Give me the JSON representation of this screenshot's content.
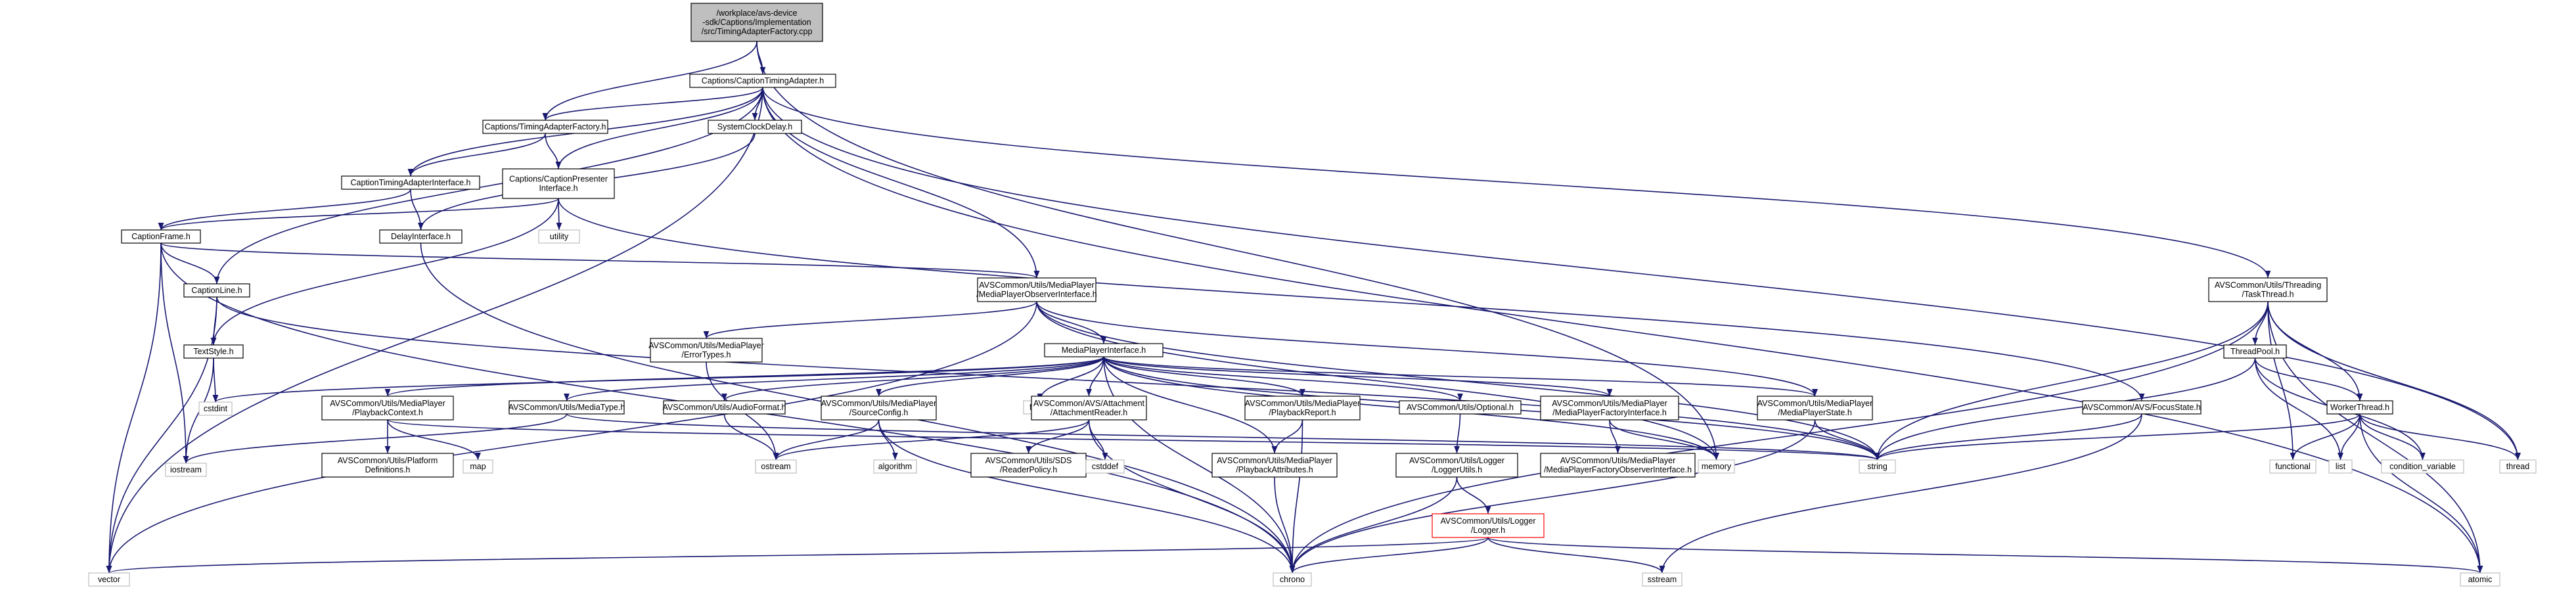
{
  "nodes": [
    {
      "id": "root",
      "lines": [
        "/workplace/avs-device",
        "-sdk/Captions/Implementation",
        "/src/TimingAdapterFactory.cpp"
      ],
      "style": "root"
    },
    {
      "id": "cta",
      "lines": [
        "Captions/CaptionTimingAdapter.h"
      ],
      "style": "plain"
    },
    {
      "id": "taf",
      "lines": [
        "Captions/TimingAdapterFactory.h"
      ],
      "style": "plain"
    },
    {
      "id": "scd",
      "lines": [
        "SystemClockDelay.h"
      ],
      "style": "plain"
    },
    {
      "id": "ctai",
      "lines": [
        "CaptionTimingAdapterInterface.h"
      ],
      "style": "plain"
    },
    {
      "id": "cpi",
      "lines": [
        "Captions/CaptionPresenter",
        "Interface.h"
      ],
      "style": "plain"
    },
    {
      "id": "di",
      "lines": [
        "DelayInterface.h"
      ],
      "style": "plain"
    },
    {
      "id": "util",
      "lines": [
        "utility"
      ],
      "style": "ext"
    },
    {
      "id": "cf",
      "lines": [
        "CaptionFrame.h"
      ],
      "style": "plain"
    },
    {
      "id": "cl",
      "lines": [
        "CaptionLine.h"
      ],
      "style": "plain"
    },
    {
      "id": "ts",
      "lines": [
        "TextStyle.h"
      ],
      "style": "plain"
    },
    {
      "id": "cstdint",
      "lines": [
        "cstdint"
      ],
      "style": "ext"
    },
    {
      "id": "iostream",
      "lines": [
        "iostream"
      ],
      "style": "ext"
    },
    {
      "id": "vector",
      "lines": [
        "vector"
      ],
      "style": "ext"
    },
    {
      "id": "mpoi",
      "lines": [
        "AVSCommon/Utils/MediaPlayer",
        "/MediaPlayerObserverInterface.h"
      ],
      "style": "plain"
    },
    {
      "id": "et",
      "lines": [
        "AVSCommon/Utils/MediaPlayer",
        "/ErrorTypes.h"
      ],
      "style": "plain"
    },
    {
      "id": "mpi",
      "lines": [
        "MediaPlayerInterface.h"
      ],
      "style": "plain"
    },
    {
      "id": "pc",
      "lines": [
        "AVSCommon/Utils/MediaPlayer",
        "/PlaybackContext.h"
      ],
      "style": "plain"
    },
    {
      "id": "pd",
      "lines": [
        "AVSCommon/Utils/Platform",
        "Definitions.h"
      ],
      "style": "plain"
    },
    {
      "id": "map",
      "lines": [
        "map"
      ],
      "style": "ext"
    },
    {
      "id": "mt",
      "lines": [
        "AVSCommon/Utils/MediaType.h"
      ],
      "style": "plain"
    },
    {
      "id": "af",
      "lines": [
        "AVSCommon/Utils/AudioFormat.h"
      ],
      "style": "plain"
    },
    {
      "id": "ostream",
      "lines": [
        "ostream"
      ],
      "style": "ext"
    },
    {
      "id": "sc",
      "lines": [
        "AVSCommon/Utils/MediaPlayer",
        "/SourceConfig.h"
      ],
      "style": "plain"
    },
    {
      "id": "algorithm",
      "lines": [
        "algorithm"
      ],
      "style": "ext"
    },
    {
      "id": "future",
      "lines": [
        "future"
      ],
      "style": "ext"
    },
    {
      "id": "ar",
      "lines": [
        "AVSCommon/AVS/Attachment",
        "/AttachmentReader.h"
      ],
      "style": "plain"
    },
    {
      "id": "sds",
      "lines": [
        "AVSCommon/Utils/SDS",
        "/ReaderPolicy.h"
      ],
      "style": "plain"
    },
    {
      "id": "cstddef",
      "lines": [
        "cstddef"
      ],
      "style": "ext"
    },
    {
      "id": "pr",
      "lines": [
        "AVSCommon/Utils/MediaPlayer",
        "/PlaybackReport.h"
      ],
      "style": "plain"
    },
    {
      "id": "pa",
      "lines": [
        "AVSCommon/Utils/MediaPlayer",
        "/PlaybackAttributes.h"
      ],
      "style": "plain"
    },
    {
      "id": "opt",
      "lines": [
        "AVSCommon/Utils/Optional.h"
      ],
      "style": "plain"
    },
    {
      "id": "lu",
      "lines": [
        "AVSCommon/Utils/Logger",
        "/LoggerUtils.h"
      ],
      "style": "plain"
    },
    {
      "id": "logger",
      "lines": [
        "AVSCommon/Utils/Logger",
        "/Logger.h"
      ],
      "style": "red"
    },
    {
      "id": "mpfi",
      "lines": [
        "AVSCommon/Utils/MediaPlayer",
        "/MediaPlayerFactoryInterface.h"
      ],
      "style": "plain"
    },
    {
      "id": "mpfoi",
      "lines": [
        "AVSCommon/Utils/MediaPlayer",
        "/MediaPlayerFactoryObserverInterface.h"
      ],
      "style": "plain"
    },
    {
      "id": "mps",
      "lines": [
        "AVSCommon/Utils/MediaPlayer",
        "/MediaPlayerState.h"
      ],
      "style": "plain"
    },
    {
      "id": "memory",
      "lines": [
        "memory"
      ],
      "style": "ext"
    },
    {
      "id": "string",
      "lines": [
        "string"
      ],
      "style": "ext"
    },
    {
      "id": "fs",
      "lines": [
        "AVSCommon/AVS/FocusState.h"
      ],
      "style": "plain"
    },
    {
      "id": "chrono",
      "lines": [
        "chrono"
      ],
      "style": "ext"
    },
    {
      "id": "sstream",
      "lines": [
        "sstream"
      ],
      "style": "ext"
    },
    {
      "id": "tt",
      "lines": [
        "AVSCommon/Utils/Threading",
        "/TaskThread.h"
      ],
      "style": "plain"
    },
    {
      "id": "tp",
      "lines": [
        "ThreadPool.h"
      ],
      "style": "plain"
    },
    {
      "id": "wt",
      "lines": [
        "WorkerThread.h"
      ],
      "style": "plain"
    },
    {
      "id": "functional",
      "lines": [
        "functional"
      ],
      "style": "ext"
    },
    {
      "id": "list",
      "lines": [
        "list"
      ],
      "style": "ext"
    },
    {
      "id": "cv",
      "lines": [
        "condition_variable"
      ],
      "style": "ext"
    },
    {
      "id": "thread",
      "lines": [
        "thread"
      ],
      "style": "ext"
    },
    {
      "id": "atomic",
      "lines": [
        "atomic"
      ],
      "style": "ext"
    }
  ],
  "edges": [
    [
      "root",
      "cta"
    ],
    [
      "root",
      "taf"
    ],
    [
      "root",
      "memory"
    ],
    [
      "cta",
      "taf"
    ],
    [
      "cta",
      "scd"
    ],
    [
      "cta",
      "ctai"
    ],
    [
      "cta",
      "cpi"
    ],
    [
      "cta",
      "mpoi"
    ],
    [
      "cta",
      "tt"
    ],
    [
      "cta",
      "vector"
    ],
    [
      "cta",
      "thread"
    ],
    [
      "cta",
      "atomic"
    ],
    [
      "cta",
      "cl"
    ],
    [
      "taf",
      "ctai"
    ],
    [
      "taf",
      "cpi"
    ],
    [
      "scd",
      "di"
    ],
    [
      "ctai",
      "cf"
    ],
    [
      "ctai",
      "di"
    ],
    [
      "cpi",
      "cf"
    ],
    [
      "cpi",
      "ts"
    ],
    [
      "cpi",
      "util"
    ],
    [
      "cpi",
      "fs"
    ],
    [
      "di",
      "chrono"
    ],
    [
      "cf",
      "cl"
    ],
    [
      "cf",
      "mpoi"
    ],
    [
      "cf",
      "iostream"
    ],
    [
      "cf",
      "vector"
    ],
    [
      "cf",
      "chrono"
    ],
    [
      "cl",
      "ts"
    ],
    [
      "cl",
      "vector"
    ],
    [
      "cl",
      "string"
    ],
    [
      "ts",
      "cstdint"
    ],
    [
      "ts",
      "iostream"
    ],
    [
      "mpoi",
      "et"
    ],
    [
      "mpoi",
      "mpi"
    ],
    [
      "mpoi",
      "mps"
    ],
    [
      "mpoi",
      "string"
    ],
    [
      "mpoi",
      "memory"
    ],
    [
      "mpoi",
      "vector"
    ],
    [
      "et",
      "ostream"
    ],
    [
      "mpi",
      "cstdint"
    ],
    [
      "mpi",
      "pc"
    ],
    [
      "mpi",
      "mt"
    ],
    [
      "mpi",
      "af"
    ],
    [
      "mpi",
      "sc"
    ],
    [
      "mpi",
      "future"
    ],
    [
      "mpi",
      "ar"
    ],
    [
      "mpi",
      "pr"
    ],
    [
      "mpi",
      "pa"
    ],
    [
      "mpi",
      "opt"
    ],
    [
      "mpi",
      "mpfi"
    ],
    [
      "mpi",
      "mps"
    ],
    [
      "mpi",
      "memory"
    ],
    [
      "mpi",
      "string"
    ],
    [
      "mpi",
      "chrono"
    ],
    [
      "pc",
      "pd"
    ],
    [
      "pc",
      "map"
    ],
    [
      "pc",
      "string"
    ],
    [
      "mt",
      "iostream"
    ],
    [
      "mt",
      "string"
    ],
    [
      "af",
      "ostream"
    ],
    [
      "sc",
      "algorithm"
    ],
    [
      "sc",
      "ostream"
    ],
    [
      "sc",
      "chrono"
    ],
    [
      "ar",
      "sds"
    ],
    [
      "ar",
      "cstddef"
    ],
    [
      "ar",
      "ostream"
    ],
    [
      "ar",
      "chrono"
    ],
    [
      "pr",
      "pa"
    ],
    [
      "pr",
      "chrono"
    ],
    [
      "pa",
      "chrono"
    ],
    [
      "opt",
      "lu"
    ],
    [
      "lu",
      "logger"
    ],
    [
      "lu",
      "chrono"
    ],
    [
      "logger",
      "chrono"
    ],
    [
      "logger",
      "vector"
    ],
    [
      "logger",
      "sstream"
    ],
    [
      "logger",
      "atomic"
    ],
    [
      "mpfi",
      "mpfoi"
    ],
    [
      "mpfi",
      "memory"
    ],
    [
      "mps",
      "chrono"
    ],
    [
      "mps",
      "string"
    ],
    [
      "fs",
      "string"
    ],
    [
      "fs",
      "sstream"
    ],
    [
      "tt",
      "tp"
    ],
    [
      "tt",
      "wt"
    ],
    [
      "tt",
      "string"
    ],
    [
      "tt",
      "functional"
    ],
    [
      "tt",
      "atomic"
    ],
    [
      "tt",
      "chrono"
    ],
    [
      "tt",
      "thread"
    ],
    [
      "tp",
      "wt"
    ],
    [
      "tp",
      "list"
    ],
    [
      "tp",
      "cv"
    ],
    [
      "tp",
      "string"
    ],
    [
      "wt",
      "functional"
    ],
    [
      "wt",
      "list"
    ],
    [
      "wt",
      "cv"
    ],
    [
      "wt",
      "thread"
    ],
    [
      "wt",
      "atomic"
    ],
    [
      "wt",
      "string"
    ]
  ]
}
